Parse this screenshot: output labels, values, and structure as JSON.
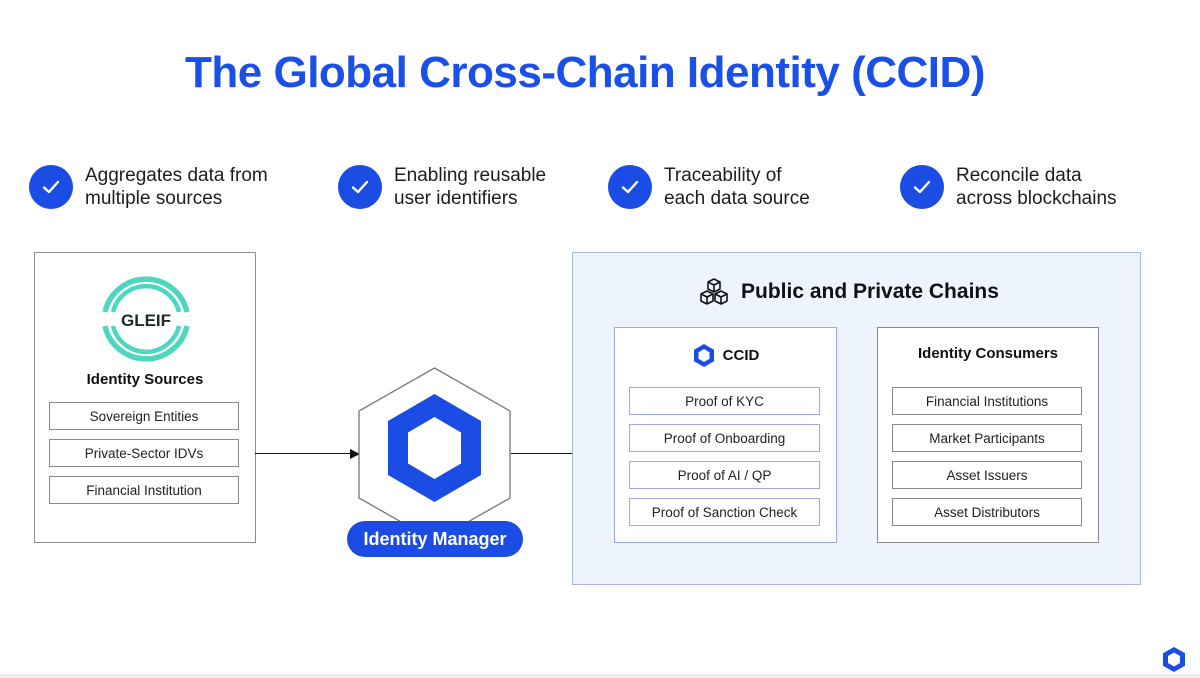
{
  "title": "The Global Cross-Chain Identity (CCID)",
  "colors": {
    "brand_blue": "#1b4de4",
    "title_blue": "#1a4fe8",
    "gleif_teal": "#4fd6c0",
    "chains_bg": "#eef4fd"
  },
  "features": [
    {
      "icon": "check-icon",
      "text": "Aggregates data from\nmultiple sources"
    },
    {
      "icon": "check-icon",
      "text": "Enabling reusable\nuser identifiers"
    },
    {
      "icon": "check-icon",
      "text": "Traceability of\neach data source"
    },
    {
      "icon": "check-icon",
      "text": "Reconcile data\nacross blockchains"
    }
  ],
  "identity_sources": {
    "logo_text": "GLEIF",
    "title": "Identity Sources",
    "items": [
      "Sovereign Entities",
      "Private-Sector IDVs",
      "Financial Institution"
    ]
  },
  "identity_manager": {
    "icon": "chainlink-hexagon-icon",
    "label": "Identity Manager"
  },
  "chains": {
    "icon": "cubes-icon",
    "title": "Public and Private Chains",
    "ccid": {
      "icon": "chainlink-hexagon-icon",
      "title": "CCID",
      "items": [
        "Proof of KYC",
        "Proof of Onboarding",
        "Proof of AI / QP",
        "Proof of Sanction Check"
      ]
    },
    "consumers": {
      "title": "Identity Consumers",
      "items": [
        "Financial Institutions",
        "Market Participants",
        "Asset Issuers",
        "Asset Distributors"
      ]
    }
  },
  "footer": {
    "logo_icon": "chainlink-hexagon-icon"
  }
}
